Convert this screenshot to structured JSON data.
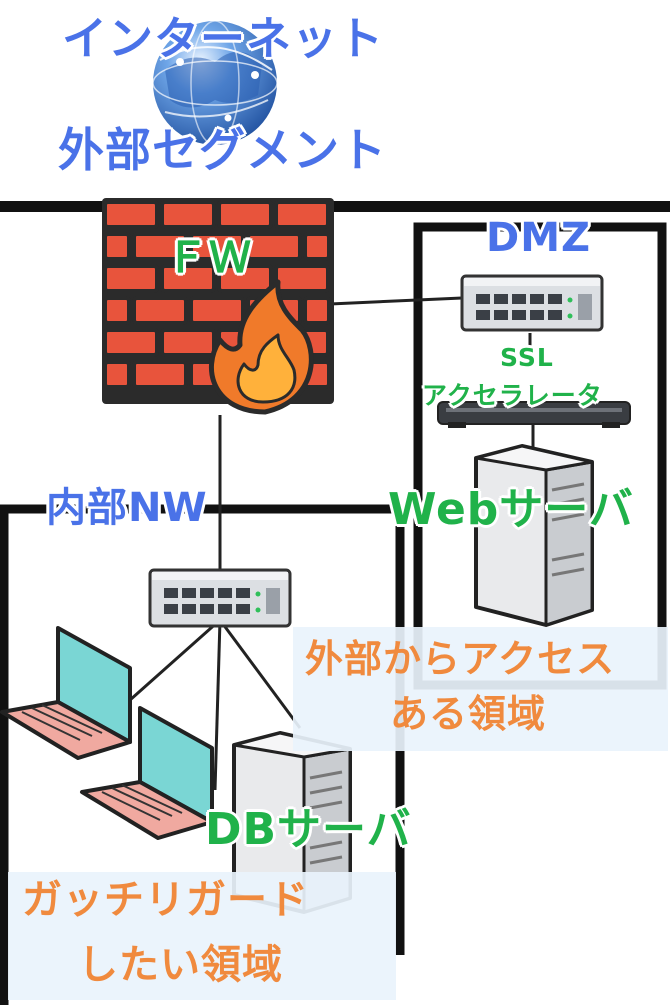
{
  "labels": {
    "internet": "インターネット",
    "external_segment": "外部セグメント",
    "firewall": "ＦＷ",
    "dmz": "DMZ",
    "ssl": "SSL",
    "ssl_accelerator": "アクセラレータ",
    "web_server": "Webサーバ",
    "internal_nw": "内部NW",
    "db_server": "DBサーバ"
  },
  "notes": {
    "dmz_note_line1": "外部からアクセス",
    "dmz_note_line2": "ある領域",
    "internal_note_line1": "ガッチリガード",
    "internal_note_line2": "したい領域"
  },
  "colors": {
    "zone_label": "#4a72e8",
    "device_label": "#20b24a",
    "note_text": "#f08a3e",
    "note_panel": "#e9f3fc",
    "brick": "#e8543c",
    "flame": "#f07a2a"
  },
  "icons": [
    "globe-icon",
    "firewall-icon",
    "switch-icon",
    "ssl-accelerator-icon",
    "server-icon",
    "laptop-icon"
  ]
}
